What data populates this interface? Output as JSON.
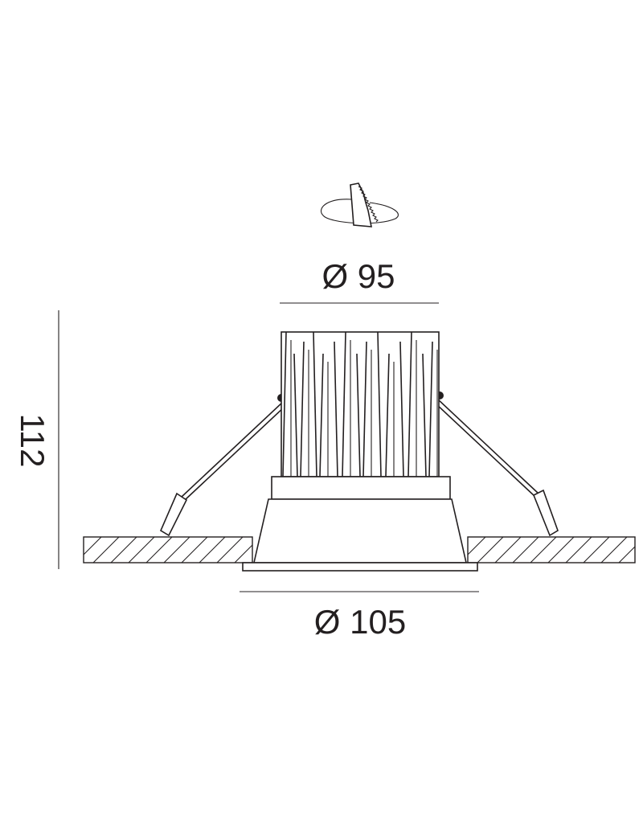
{
  "dimensions": {
    "top_diameter": "Ø 95",
    "bottom_diameter": "Ø 105",
    "height": "112"
  },
  "symbols": {
    "adjust": "rotation-adjust-icon"
  },
  "colors": {
    "line": "#231f20",
    "background": "#ffffff"
  }
}
